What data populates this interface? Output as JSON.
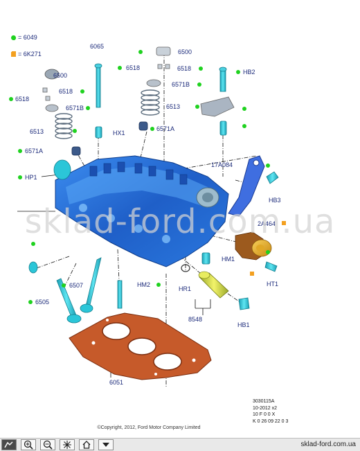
{
  "legend": {
    "green_label": "= 6049",
    "orange_label": "= 6K271"
  },
  "labels": {
    "l6065": "6065",
    "l6500a": "6500",
    "l6518a": "6518",
    "l6518b": "6518",
    "l6571Ba": "6571B",
    "l6513a": "6513",
    "l6571Aa": "6571A",
    "l6500b": "6500",
    "l6518c": "6518",
    "l6518d": "6518",
    "l6571Bb": "6571B",
    "l6513b": "6513",
    "l6571Ab": "6571A",
    "lHX1": "HX1",
    "lHP1": "HP1",
    "lHB2": "HB2",
    "l17A084": "17A084",
    "lHB3": "HB3",
    "l2A464": "2A464",
    "lHM1": "HM1",
    "lHT1": "HT1",
    "lHM2": "HM2",
    "lHR1": "HR1",
    "l6507": "6507",
    "l6505": "6505",
    "l8548": "8548",
    "lHB1": "HB1",
    "l6051": "6051"
  },
  "reference": {
    "line1": "3030115A",
    "line2": "10-2012 x2",
    "line3": "10 F 0 0 X",
    "line4": "K 0 26 09 22 0 3"
  },
  "copyright": "©Copyright, 2012, Ford Motor Company Limited",
  "watermark": "sklad-ford.com.ua",
  "site_label": "sklad-ford.com.ua",
  "toolbar": {
    "buttons": [
      "pan-tool",
      "zoom-in",
      "zoom-out",
      "fit",
      "home",
      "menu"
    ]
  },
  "colors": {
    "head": "#2f7ae0",
    "teal": "#2bc6d8",
    "gasket": "#c65a2a",
    "dot": "#1fd21f",
    "square": "#f3a020",
    "label": "#1b2a7a"
  }
}
